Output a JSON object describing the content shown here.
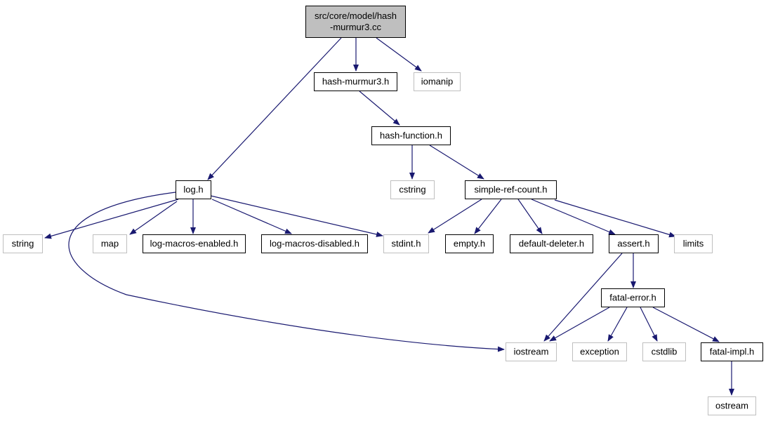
{
  "nodes": [
    {
      "id": "root",
      "lines": [
        "src/core/model/hash",
        "-murmur3.cc"
      ],
      "style": "root"
    },
    {
      "id": "hash-murmur3-h",
      "lines": [
        "hash-murmur3.h"
      ],
      "style": "local"
    },
    {
      "id": "iomanip",
      "lines": [
        "iomanip"
      ],
      "style": "ext"
    },
    {
      "id": "hash-function-h",
      "lines": [
        "hash-function.h"
      ],
      "style": "local"
    },
    {
      "id": "log-h",
      "lines": [
        "log.h"
      ],
      "style": "local"
    },
    {
      "id": "cstring",
      "lines": [
        "cstring"
      ],
      "style": "ext"
    },
    {
      "id": "simple-ref-count-h",
      "lines": [
        "simple-ref-count.h"
      ],
      "style": "local"
    },
    {
      "id": "string",
      "lines": [
        "string"
      ],
      "style": "ext"
    },
    {
      "id": "map",
      "lines": [
        "map"
      ],
      "style": "ext"
    },
    {
      "id": "log-macros-enabled-h",
      "lines": [
        "log-macros-enabled.h"
      ],
      "style": "local"
    },
    {
      "id": "log-macros-disabled-h",
      "lines": [
        "log-macros-disabled.h"
      ],
      "style": "local"
    },
    {
      "id": "stdint-h",
      "lines": [
        "stdint.h"
      ],
      "style": "ext"
    },
    {
      "id": "empty-h",
      "lines": [
        "empty.h"
      ],
      "style": "local"
    },
    {
      "id": "default-deleter-h",
      "lines": [
        "default-deleter.h"
      ],
      "style": "local"
    },
    {
      "id": "assert-h",
      "lines": [
        "assert.h"
      ],
      "style": "local"
    },
    {
      "id": "limits",
      "lines": [
        "limits"
      ],
      "style": "ext"
    },
    {
      "id": "fatal-error-h",
      "lines": [
        "fatal-error.h"
      ],
      "style": "local"
    },
    {
      "id": "iostream",
      "lines": [
        "iostream"
      ],
      "style": "ext"
    },
    {
      "id": "exception",
      "lines": [
        "exception"
      ],
      "style": "ext"
    },
    {
      "id": "cstdlib",
      "lines": [
        "cstdlib"
      ],
      "style": "ext"
    },
    {
      "id": "fatal-impl-h",
      "lines": [
        "fatal-impl.h"
      ],
      "style": "local"
    },
    {
      "id": "ostream",
      "lines": [
        "ostream"
      ],
      "style": "ext"
    }
  ],
  "edges": [
    {
      "from": "root",
      "to": "hash-murmur3-h"
    },
    {
      "from": "root",
      "to": "iomanip"
    },
    {
      "from": "root",
      "to": "log-h"
    },
    {
      "from": "hash-murmur3-h",
      "to": "hash-function-h"
    },
    {
      "from": "hash-function-h",
      "to": "cstring"
    },
    {
      "from": "hash-function-h",
      "to": "simple-ref-count-h"
    },
    {
      "from": "log-h",
      "to": "string"
    },
    {
      "from": "log-h",
      "to": "map"
    },
    {
      "from": "log-h",
      "to": "log-macros-enabled-h"
    },
    {
      "from": "log-h",
      "to": "log-macros-disabled-h"
    },
    {
      "from": "log-h",
      "to": "stdint-h"
    },
    {
      "from": "log-h",
      "to": "iostream"
    },
    {
      "from": "simple-ref-count-h",
      "to": "stdint-h"
    },
    {
      "from": "simple-ref-count-h",
      "to": "empty-h"
    },
    {
      "from": "simple-ref-count-h",
      "to": "default-deleter-h"
    },
    {
      "from": "simple-ref-count-h",
      "to": "assert-h"
    },
    {
      "from": "simple-ref-count-h",
      "to": "limits"
    },
    {
      "from": "assert-h",
      "to": "fatal-error-h"
    },
    {
      "from": "assert-h",
      "to": "iostream"
    },
    {
      "from": "fatal-error-h",
      "to": "iostream"
    },
    {
      "from": "fatal-error-h",
      "to": "exception"
    },
    {
      "from": "fatal-error-h",
      "to": "cstdlib"
    },
    {
      "from": "fatal-error-h",
      "to": "fatal-impl-h"
    },
    {
      "from": "fatal-impl-h",
      "to": "ostream"
    }
  ],
  "colors": {
    "edge": "#191970",
    "local_border": "#000000",
    "ext_border": "#bfbfbf",
    "root_fill": "#bfbfbf",
    "node_fill": "#ffffff"
  }
}
